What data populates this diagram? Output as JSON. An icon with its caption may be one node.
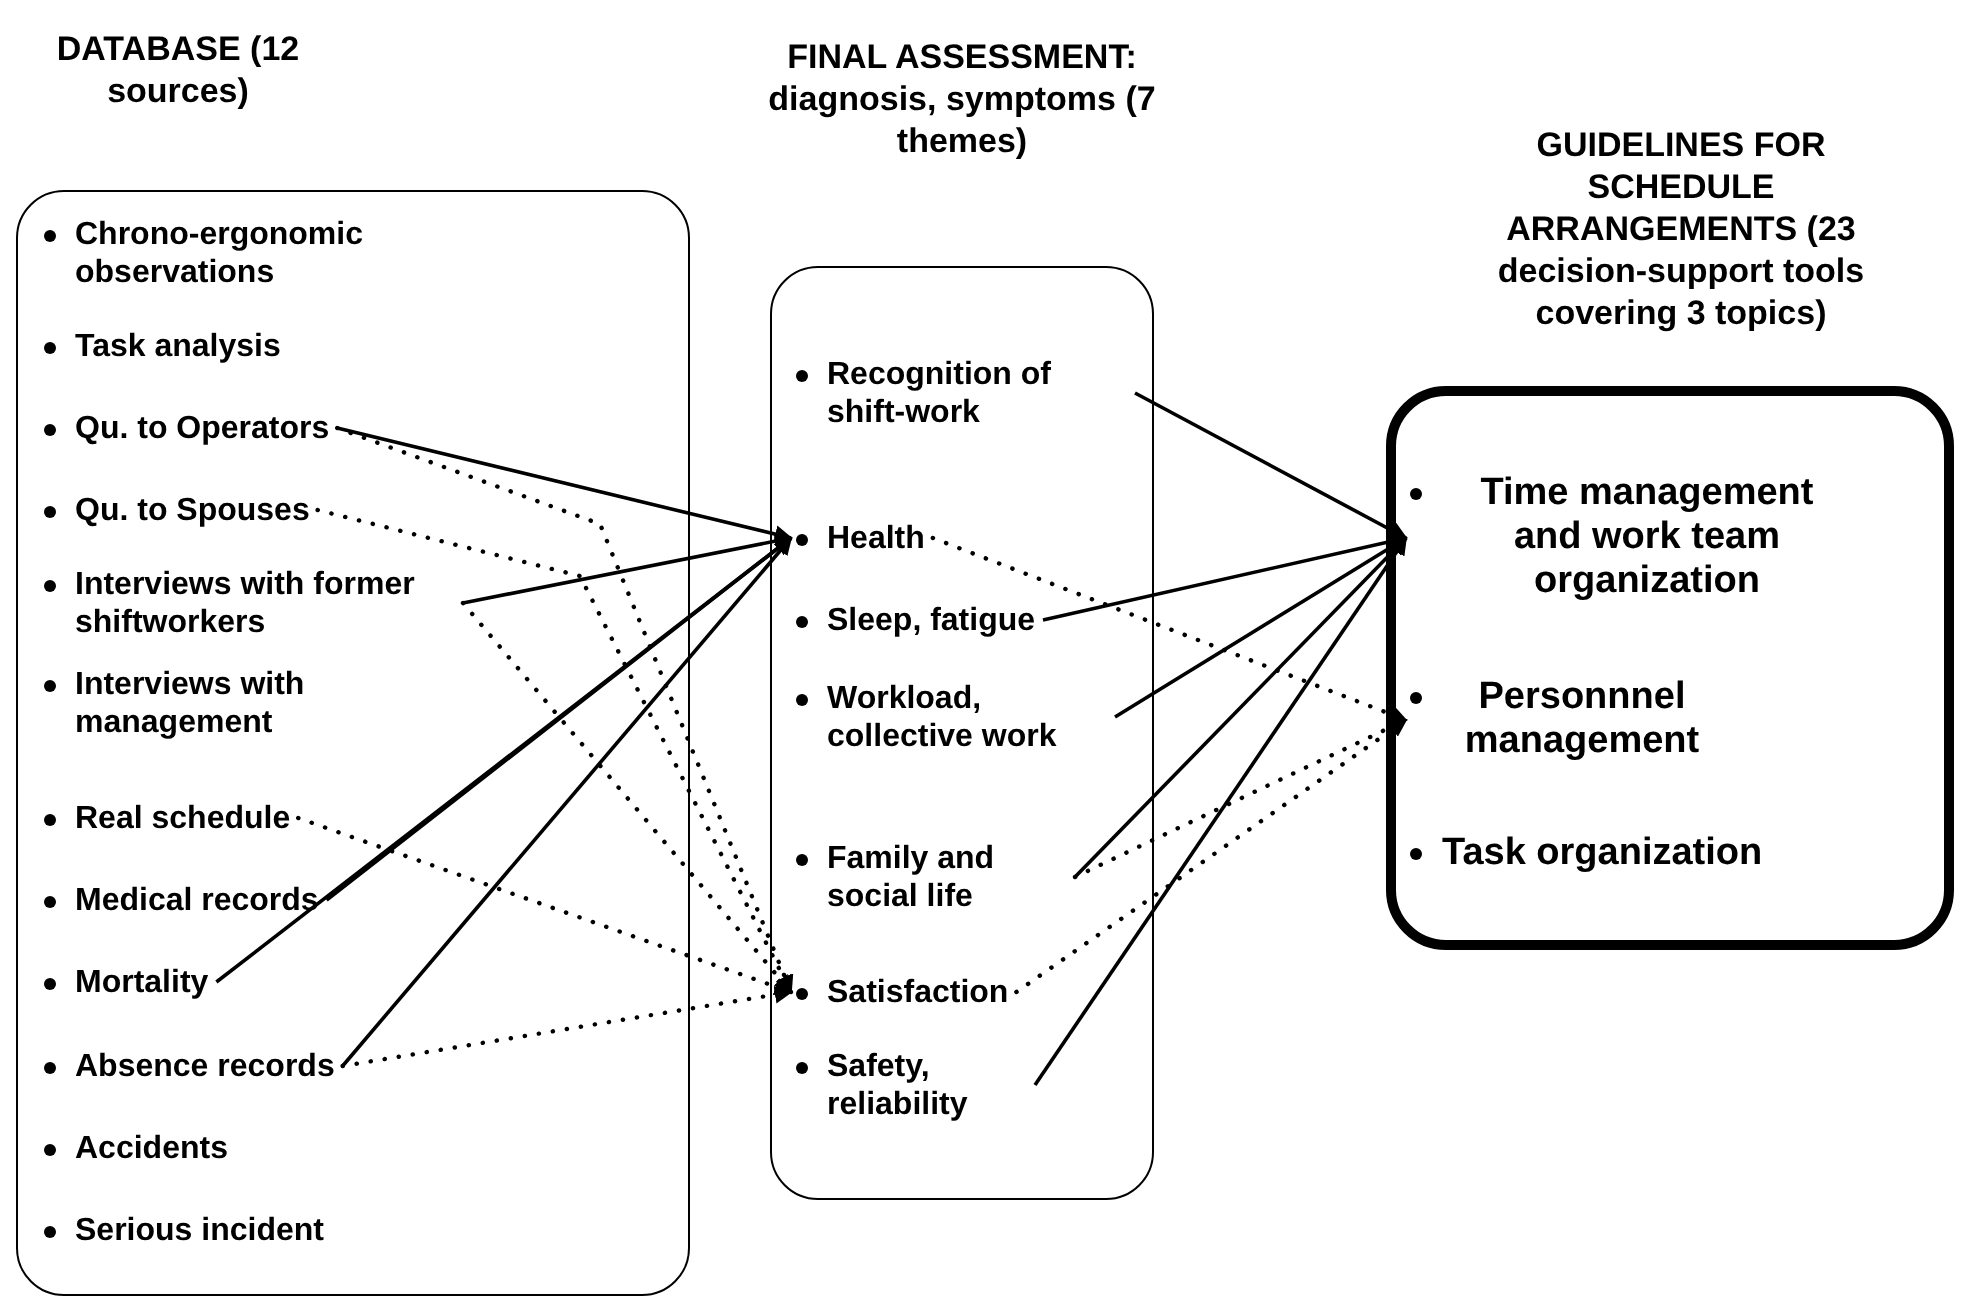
{
  "diagram": {
    "nodes": [
      {
        "text": [
          "DATABASE (12 sources)"
        ]
      },
      {
        "text": [
          "Chrono-ergonomic observations"
        ],
        "in": 0
      },
      {
        "text": [
          "Task analysis"
        ],
        "in": 0
      },
      {
        "text": [
          "Qu. to Operators"
        ],
        "in": 0
      },
      {
        "text": [
          "Qu. to Spouses"
        ],
        "in": 0
      },
      {
        "text": [
          "Interviews with former shiftworkers"
        ],
        "in": 0
      },
      {
        "text": [
          "Interviews with management"
        ],
        "in": 0
      },
      {
        "text": [
          "Real schedule"
        ],
        "in": 0
      },
      {
        "text": [
          "Medical records"
        ],
        "in": 0
      },
      {
        "text": [
          "Mortality"
        ],
        "in": 0
      },
      {
        "text": [
          "Absence records"
        ],
        "in": 0
      },
      {
        "text": [
          "Accidents"
        ],
        "in": 0
      },
      {
        "text": [
          "Serious incident"
        ],
        "in": 0
      },
      {
        "text": [
          "FINAL ASSESSMENT: diagnosis, symptoms (7 themes)"
        ]
      },
      {
        "text": [
          "Recognition of shift-work"
        ],
        "in": 13
      },
      {
        "text": [
          "Health"
        ],
        "in": 13
      },
      {
        "text": [
          "Sleep, fatigue"
        ],
        "in": 13
      },
      {
        "text": [
          "Workload, collective work"
        ],
        "in": 13
      },
      {
        "text": [
          "Family and social life"
        ],
        "in": 13
      },
      {
        "text": [
          "Satisfaction"
        ],
        "in": 13
      },
      {
        "text": [
          "Safety, reliability"
        ],
        "in": 13
      },
      {
        "text": [
          "GUIDELINES FOR SCHEDULE ARRANGEMENTS (23 decision-support tools covering 3 topics)"
        ]
      },
      {
        "text": [
          "Time management and work team organization"
        ],
        "in": 21
      },
      {
        "text": [
          "Personnnel management"
        ],
        "in": 21
      },
      {
        "text": [
          "Task organization"
        ],
        "in": 21
      }
    ],
    "edges": [
      {
        "from": 3,
        "to": 15,
        "arrow": "to"
      },
      {
        "from": 5,
        "to": 15,
        "arrow": "to"
      },
      {
        "from": 8,
        "to": 15,
        "arrow": "to"
      },
      {
        "from": 9,
        "to": 15,
        "arrow": "to"
      },
      {
        "from": 10,
        "to": 15,
        "arrow": "to"
      },
      {
        "from": 3,
        "to": 19,
        "arrow": "to",
        "style": "dashed"
      },
      {
        "from": 4,
        "to": 19,
        "arrow": "to",
        "style": "dashed"
      },
      {
        "from": 5,
        "to": 19,
        "arrow": "to",
        "style": "dashed"
      },
      {
        "from": 7,
        "to": 19,
        "arrow": "to",
        "style": "dashed"
      },
      {
        "from": 10,
        "to": 19,
        "arrow": "to",
        "style": "dashed"
      },
      {
        "from": 14,
        "to": 22,
        "arrow": "to"
      },
      {
        "from": 16,
        "to": 22,
        "arrow": "to"
      },
      {
        "from": 17,
        "to": 22,
        "arrow": "to"
      },
      {
        "from": 18,
        "to": 22,
        "arrow": "to"
      },
      {
        "from": 20,
        "to": 22,
        "arrow": "to"
      },
      {
        "from": 15,
        "to": 23,
        "arrow": "to",
        "style": "dashed"
      },
      {
        "from": 18,
        "to": 23,
        "arrow": "to",
        "style": "dashed"
      },
      {
        "from": 19,
        "to": 23,
        "arrow": "to",
        "style": "dashed"
      }
    ]
  }
}
